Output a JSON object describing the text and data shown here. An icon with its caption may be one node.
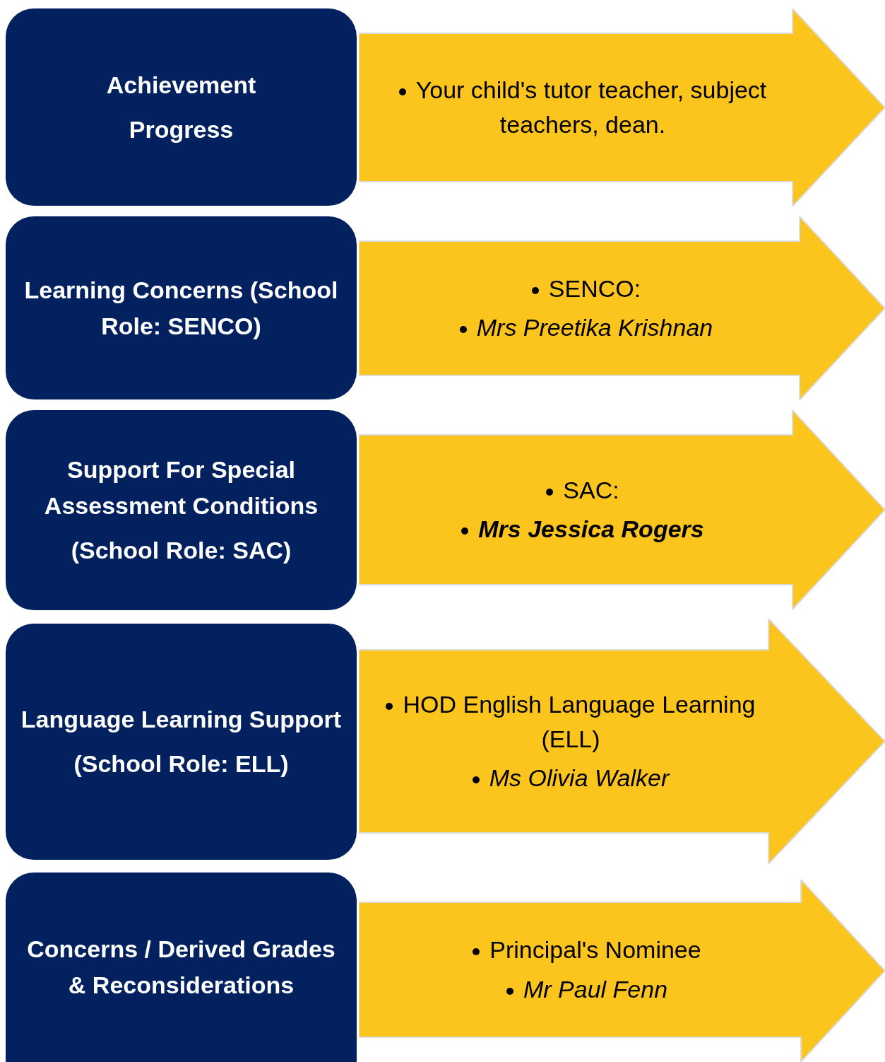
{
  "diagram": {
    "nodes": [
      {
        "text": [
          "Achievement",
          "Progress"
        ]
      },
      {
        "text": [
          "Your child's tutor teacher, subject teachers, dean."
        ]
      },
      {
        "text": [
          "Learning Concerns (School Role: SENCO)"
        ]
      },
      {
        "text": [
          "SENCO:",
          "Mrs Preetika Krishnan"
        ]
      },
      {
        "text": [
          "Support For Special Assessment Conditions",
          "(School Role: SAC)"
        ]
      },
      {
        "text": [
          "SAC:",
          "Mrs Jessica Rogers"
        ]
      },
      {
        "text": [
          "Language Learning Support",
          "(School Role: ELL)"
        ]
      },
      {
        "text": [
          "HOD English Language Learning (ELL)",
          "Ms Olivia Walker"
        ]
      },
      {
        "text": [
          "Concerns / Derived Grades & Reconsiderations"
        ]
      },
      {
        "text": [
          "Principal's Nominee",
          "Mr Paul Fenn"
        ]
      }
    ]
  }
}
